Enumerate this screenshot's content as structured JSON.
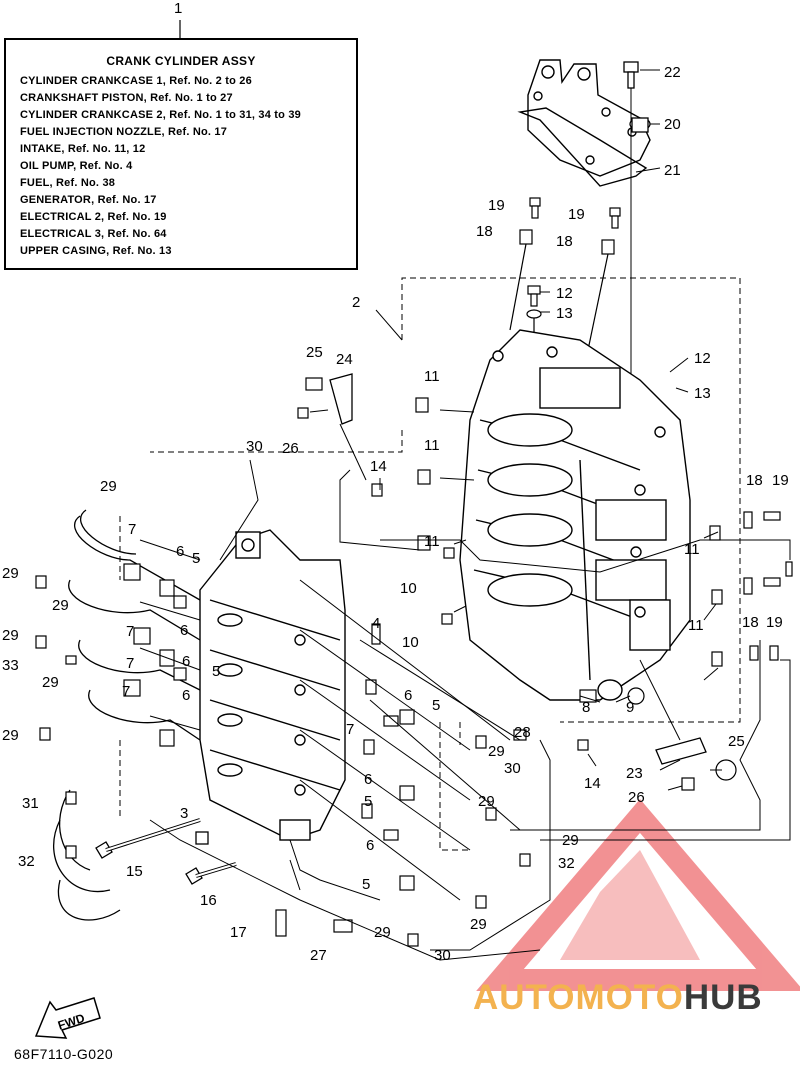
{
  "diagram_label": "1",
  "reference_box": {
    "title": "CRANK CYLINDER ASSY",
    "lines": [
      "CYLINDER CRANKCASE 1,  Ref. No. 2  to  26",
      "CRANKSHAFT PISTON,  Ref. No. 1  to 27",
      "CYLINDER CRANKCASE 2,  Ref. No. 1  to  31, 34  to  39",
      "FUEL INJECTION NOZZLE,  Ref. No. 17",
      "INTAKE,  Ref. No. 11, 12",
      "OIL PUMP,  Ref. No. 4",
      "FUEL,  Ref. No. 38",
      "GENERATOR,  Ref. No. 17",
      "ELECTRICAL  2,  Ref. No. 19",
      "ELECTRICAL  3,  Ref. No. 64",
      "UPPER CASING,  Ref. No. 13"
    ]
  },
  "callouts": [
    "22",
    "20",
    "21",
    "19",
    "18",
    "19",
    "18",
    "12",
    "13",
    "2",
    "25",
    "24",
    "12",
    "13",
    "11",
    "26",
    "11",
    "30",
    "14",
    "18",
    "19",
    "29",
    "11",
    "11",
    "10",
    "7",
    "6",
    "5",
    "29",
    "29",
    "6",
    "10",
    "18",
    "19",
    "4",
    "11",
    "29",
    "7",
    "6",
    "33",
    "5",
    "7",
    "29",
    "6",
    "8",
    "9",
    "7",
    "6",
    "5",
    "28",
    "29",
    "25",
    "29",
    "14",
    "23",
    "7",
    "30",
    "5",
    "6",
    "26",
    "31",
    "29",
    "3",
    "32",
    "29",
    "32",
    "15",
    "5",
    "6",
    "16",
    "29",
    "17",
    "29",
    "30",
    "27"
  ],
  "fwd_label": "FWD",
  "part_code": "68F7110-G020",
  "watermark": {
    "part1": "AUTOMOTO",
    "part2": "HUB",
    "color_orange": "#f3b24f",
    "color_red": "#e8383b",
    "color_dark": "#3a3a3a"
  }
}
